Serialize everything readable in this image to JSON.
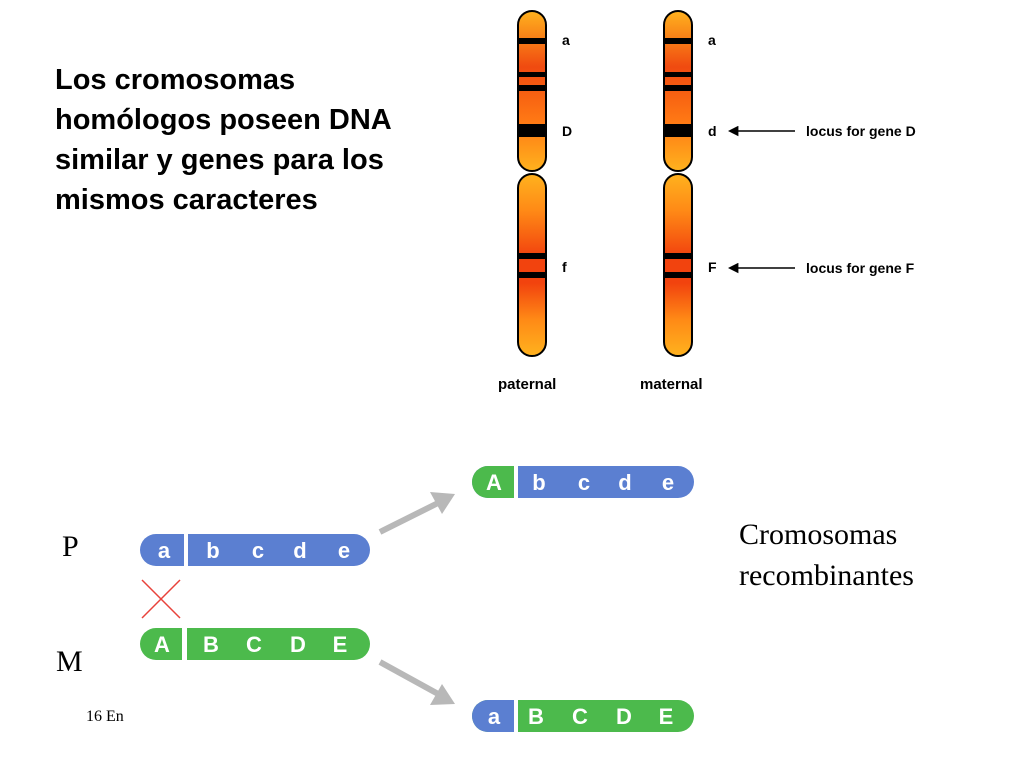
{
  "title": "Los cromosomas homólogos poseen DNA similar y genes para los mismos caracteres",
  "karyotype": {
    "paternal": {
      "label": "paternal",
      "genes": [
        "a",
        "D",
        "f"
      ]
    },
    "maternal": {
      "label": "maternal",
      "genes": [
        "a",
        "d",
        "F"
      ]
    },
    "annotations": [
      "locus for gene D",
      "locus for gene F"
    ]
  },
  "crossover": {
    "P_label": "P",
    "M_label": "M",
    "paternal_chromosome": [
      "a",
      "b",
      "c",
      "d",
      "e"
    ],
    "maternal_chromosome": [
      "A",
      "B",
      "C",
      "D",
      "E"
    ],
    "recombinant_top": [
      "A",
      "b",
      "c",
      "d",
      "e"
    ],
    "recombinant_bottom": [
      "a",
      "B",
      "C",
      "D",
      "E"
    ],
    "recombinant_label_line1": "Cromosomas",
    "recombinant_label_line2": "recombinantes"
  },
  "footer": {
    "slide_number": "16 En"
  },
  "colors": {
    "paternal_blue": "#5b7fd1",
    "maternal_green": "#4cba4c",
    "chromosome_orange": "#f9a418",
    "chromosome_red": "#f23b0c",
    "cross_red": "#e8423b",
    "arrow_gray": "#b8b8b8"
  }
}
